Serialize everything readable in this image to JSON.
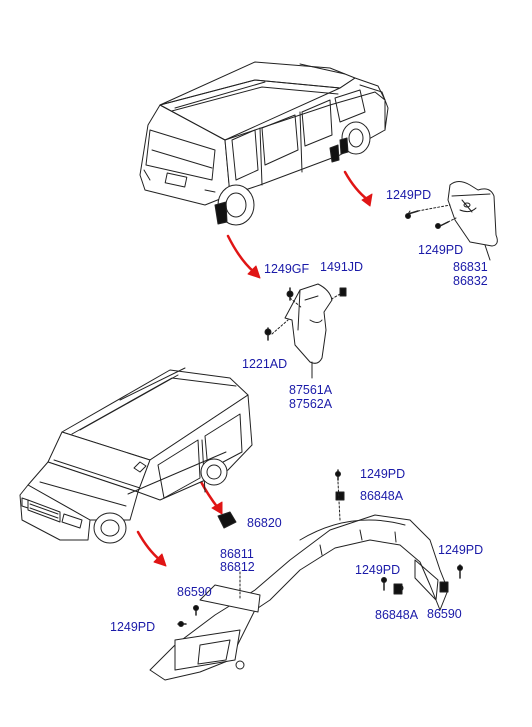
{
  "labels": {
    "l_1249PD_a": "1249PD",
    "l_1249PD_b": "1249PD",
    "l_86831": "86831",
    "l_86832": "86832",
    "l_1249GF": "1249GF",
    "l_1491JD": "1491JD",
    "l_1221AD": "1221AD",
    "l_87561A": "87561A",
    "l_87562A": "87562A",
    "l_1249PD_c": "1249PD",
    "l_86848A_a": "86848A",
    "l_86820": "86820",
    "l_86811": "86811",
    "l_86812": "86812",
    "l_1249PD_d": "1249PD",
    "l_1249PD_e": "1249PD",
    "l_86590_a": "86590",
    "l_86590_b": "86590",
    "l_1249PD_f": "1249PD",
    "l_86848A_b": "86848A"
  },
  "colors": {
    "label": "#1a1aa8",
    "arrow": "#e01515",
    "line": "#222222"
  }
}
